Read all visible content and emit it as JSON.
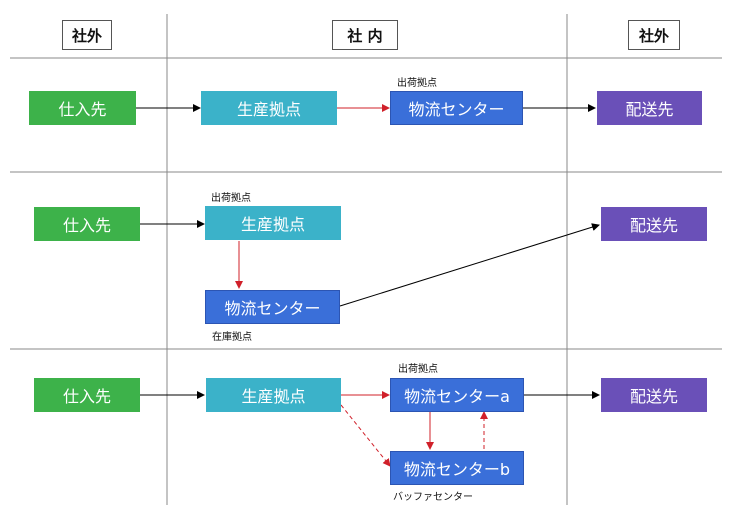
{
  "headers": {
    "left": "社外",
    "center": "社 内",
    "right": "社外"
  },
  "rows": [
    {
      "supplier": "仕入先",
      "production": "生産拠点",
      "center": "物流センター",
      "center_note": "出荷拠点",
      "destination": "配送先"
    },
    {
      "supplier": "仕入先",
      "production": "生産拠点",
      "production_note": "出荷拠点",
      "center": "物流センター",
      "center_note": "在庫拠点",
      "destination": "配送先"
    },
    {
      "supplier": "仕入先",
      "production": "生産拠点",
      "center_a": "物流センターa",
      "center_a_note": "出荷拠点",
      "center_b": "物流センターb",
      "center_b_note": "バッファセンター",
      "destination": "配送先"
    }
  ],
  "colors": {
    "supplier": "#3db24a",
    "production": "#3bb2c9",
    "center": "#3a6fd9",
    "destination": "#6a50b8",
    "arrow_external": "#000000",
    "arrow_internal": "#d0202a"
  }
}
